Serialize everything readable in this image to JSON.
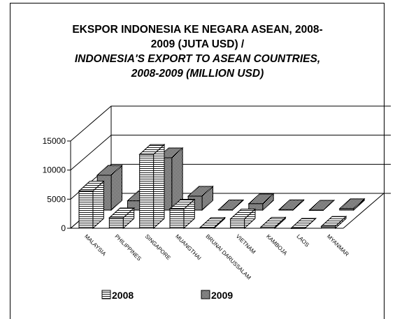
{
  "title": {
    "line1": "EKSPOR INDONESIA KE NEGARA ASEAN, 2008-",
    "line2": "2009 (JUTA USD) /",
    "line3": "INDONESIA'S EXPORT TO ASEAN COUNTRIES,",
    "line4": "2008-2009 (MILLION USD)"
  },
  "chart_data": {
    "type": "bar",
    "subtype": "3d-clustered-column",
    "categories": [
      "MALAYSIA",
      "PHILIPPINES",
      "SINGAPORE",
      "MUANGTHAI",
      "BRUNAI DARUSSALAM",
      "VIETNAM",
      "KAMBOJA",
      "LAOS",
      "MYANMAR"
    ],
    "series": [
      {
        "name": "2008",
        "values": [
          6400,
          1800,
          12700,
          3300,
          150,
          1600,
          200,
          10,
          350
        ],
        "pattern": "horizontal-lines"
      },
      {
        "name": "2009",
        "values": [
          6000,
          1600,
          9000,
          2400,
          60,
          1100,
          70,
          5,
          250
        ],
        "pattern": "checkered"
      }
    ],
    "yticks": [
      0,
      5000,
      10000,
      15000
    ],
    "ylim": [
      0,
      15000
    ],
    "grid": true,
    "legend": "bottom",
    "xlabel": "",
    "ylabel": ""
  }
}
